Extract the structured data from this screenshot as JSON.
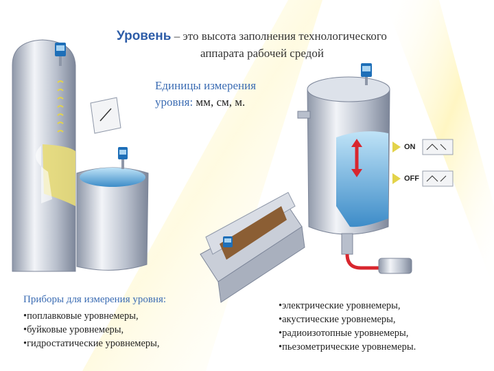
{
  "title": {
    "keyword": "Уровень",
    "rest_line1": " – это высота заполнения технологического",
    "line2": "аппарата рабочей средой"
  },
  "units": {
    "line1": "Единицы измерения",
    "line2_label": "уровня: ",
    "line2_value": "мм, см, м."
  },
  "instruments": {
    "heading": "Приборы для измерения уровня:",
    "left_items": [
      "•поплавковые уровнемеры,",
      "•буйковые уровнемеры,",
      "•гидростатические уровнемеры,"
    ],
    "right_items": [
      "•электрические уровнемеры,",
      "•акустические уровнемеры,",
      "•радиоизотопные уровнемеры,",
      "•пьезометрические уровнемеры."
    ]
  },
  "switches": {
    "on_label": "ON",
    "off_label": "OFF"
  },
  "colors": {
    "title_blue": "#2E5DA8",
    "text_blue": "#3B6CB3",
    "steel": "#B8BFCC",
    "liquid_blue": "#4FA3D9",
    "bulk_yellow": "#E8DC78",
    "background_ray": "#FFF6B0",
    "arrow_red": "#D8262E"
  },
  "icons": [
    "level-sensor-icon",
    "dial-gauge-icon",
    "level-switch-icon",
    "flow-arrow-icon"
  ]
}
